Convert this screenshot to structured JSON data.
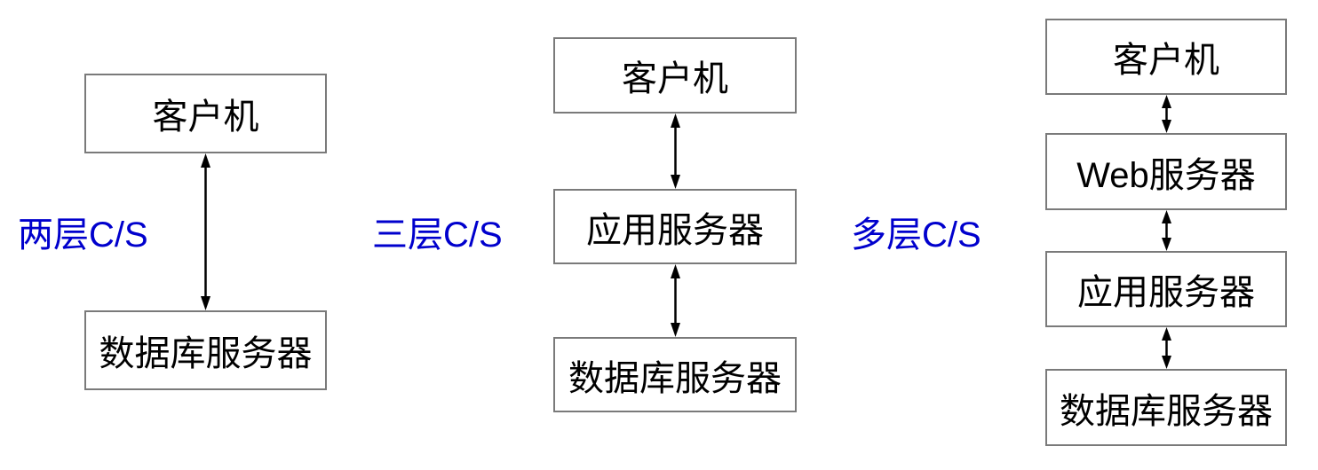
{
  "diagram": {
    "title_present": false,
    "columns": [
      {
        "label": "两层C/S",
        "nodes": [
          "客户机",
          "数据库服务器"
        ],
        "connections": 1
      },
      {
        "label": "三层C/S",
        "nodes": [
          "客户机",
          "应用服务器",
          "数据库服务器"
        ],
        "connections": 2
      },
      {
        "label": "多层C/S",
        "nodes": [
          "客户机",
          "Web服务器",
          "应用服务器",
          "数据库服务器"
        ],
        "connections": 3
      }
    ],
    "icons": {
      "connector": "double-headed-vertical-arrow"
    },
    "colors": {
      "background": "#ffffff",
      "label_blue": "#0000cd",
      "box_border_gray": "#7a7a7a",
      "box_fill": "#ffffff",
      "text_black": "#000000",
      "arrow_black": "#000000"
    }
  }
}
